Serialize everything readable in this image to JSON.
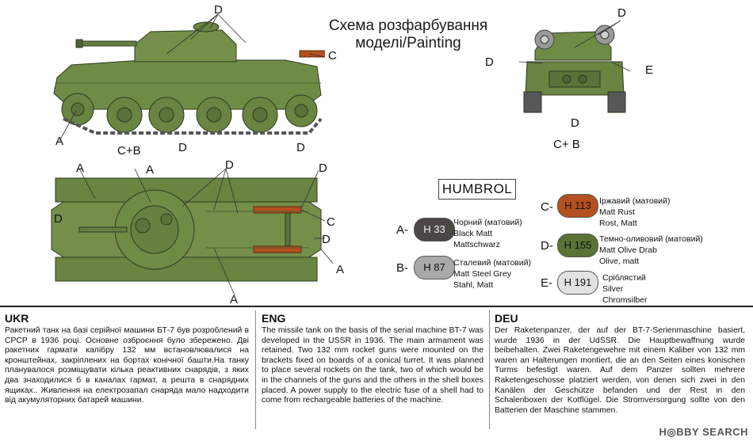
{
  "header": {
    "title_line1": "Схема розфарбування",
    "title_line2": "моделі/Painting"
  },
  "callouts": {
    "side": [
      "D",
      "C",
      "A",
      "C+B",
      "D",
      "D"
    ],
    "front": [
      "D",
      "D",
      "E",
      "D",
      "C+ B"
    ],
    "top": [
      "A",
      "A",
      "D",
      "D",
      "D",
      "C",
      "D",
      "A",
      "A"
    ]
  },
  "legend": {
    "heading": "HUMBROL",
    "items": [
      {
        "letter": "A-",
        "code": "H 33",
        "color": "#4a4744",
        "text_color": "#f0f0f0",
        "lines": [
          "Чорний (матовий)",
          "Black Matt",
          "Mattschwarz"
        ]
      },
      {
        "letter": "B-",
        "code": "H 87",
        "color": "#a8aaa8",
        "text_color": "#111111",
        "lines": [
          "Сталевий (матовий)",
          "Matt Steel Grey",
          "Stahl, Matt"
        ]
      },
      {
        "letter": "C-",
        "code": "H 113",
        "color": "#b4501f",
        "text_color": "#111111",
        "lines": [
          "Іржавий (матовий)",
          "Matt Rust",
          "Rost, Matt"
        ]
      },
      {
        "letter": "D-",
        "code": "H 155",
        "color": "#5a7233",
        "text_color": "#111111",
        "lines": [
          "Темно-оливовий (матовий)",
          "Matt Olive Drab",
          "Olive, matt"
        ]
      },
      {
        "letter": "E-",
        "code": "H 191",
        "color": "#e2e2e2",
        "text_color": "#111111",
        "lines": [
          "Сріблястий",
          "Silver",
          "Chromsilber"
        ]
      }
    ]
  },
  "sections": {
    "ukr": {
      "heading": "UKR",
      "text": "Ракетний танк на базі серійної машини БТ-7 був розроблений в СРСР в 1936 році. Основне озброєння було збережено. Дві ракетних гармати калібру 132 мм встановлювалися на кронштейнах, закріплених на бортах конічної башти.На танку планувалося розміщувати кілька реактивних снарядів, з яких два знаходилися б в каналах гармат, а решта в снарядних ящиках.. Живлення на електрозапал снаряда мало надходити від акумуляторних батарей машини."
    },
    "eng": {
      "heading": "ENG",
      "text": "The missile tank on the basis of the serial machine BT-7 was developed in the USSR in 1936. The main armament was retained. Two 132 mm rocket guns were mounted on the brackets fixed on boards of a conical turret. It was planned to place several rockets on the tank, two of which would be in the channels of the guns and the others in the shell boxes placed. A power supply to the electric fuse of a shell had to come from rechargeable batteries of the machine."
    },
    "deu": {
      "heading": "DEU",
      "text": "Der Raketenpanzer, der auf der BT-7-Serienmaschine basiert, wurde 1936 in der UdSSR. Die Hauptbewaffnung wurde beibehalten. Zwei Raketengewehre mit einem Kaliber von 132 mm waren an Halterungen montiert, die an den Seiten eines konischen Turms befestigt waren. Auf dem Panzer sollten mehrere Raketengeschosse platziert werden, von denen sich zwei in den Kanälen der Geschütze befanden und der Rest in den Schalenboxen der Kotflügel. Die Stromversorgung sollte von den Batterien der Maschine stammen."
    }
  },
  "watermark": "H◎BBY SEARCH"
}
